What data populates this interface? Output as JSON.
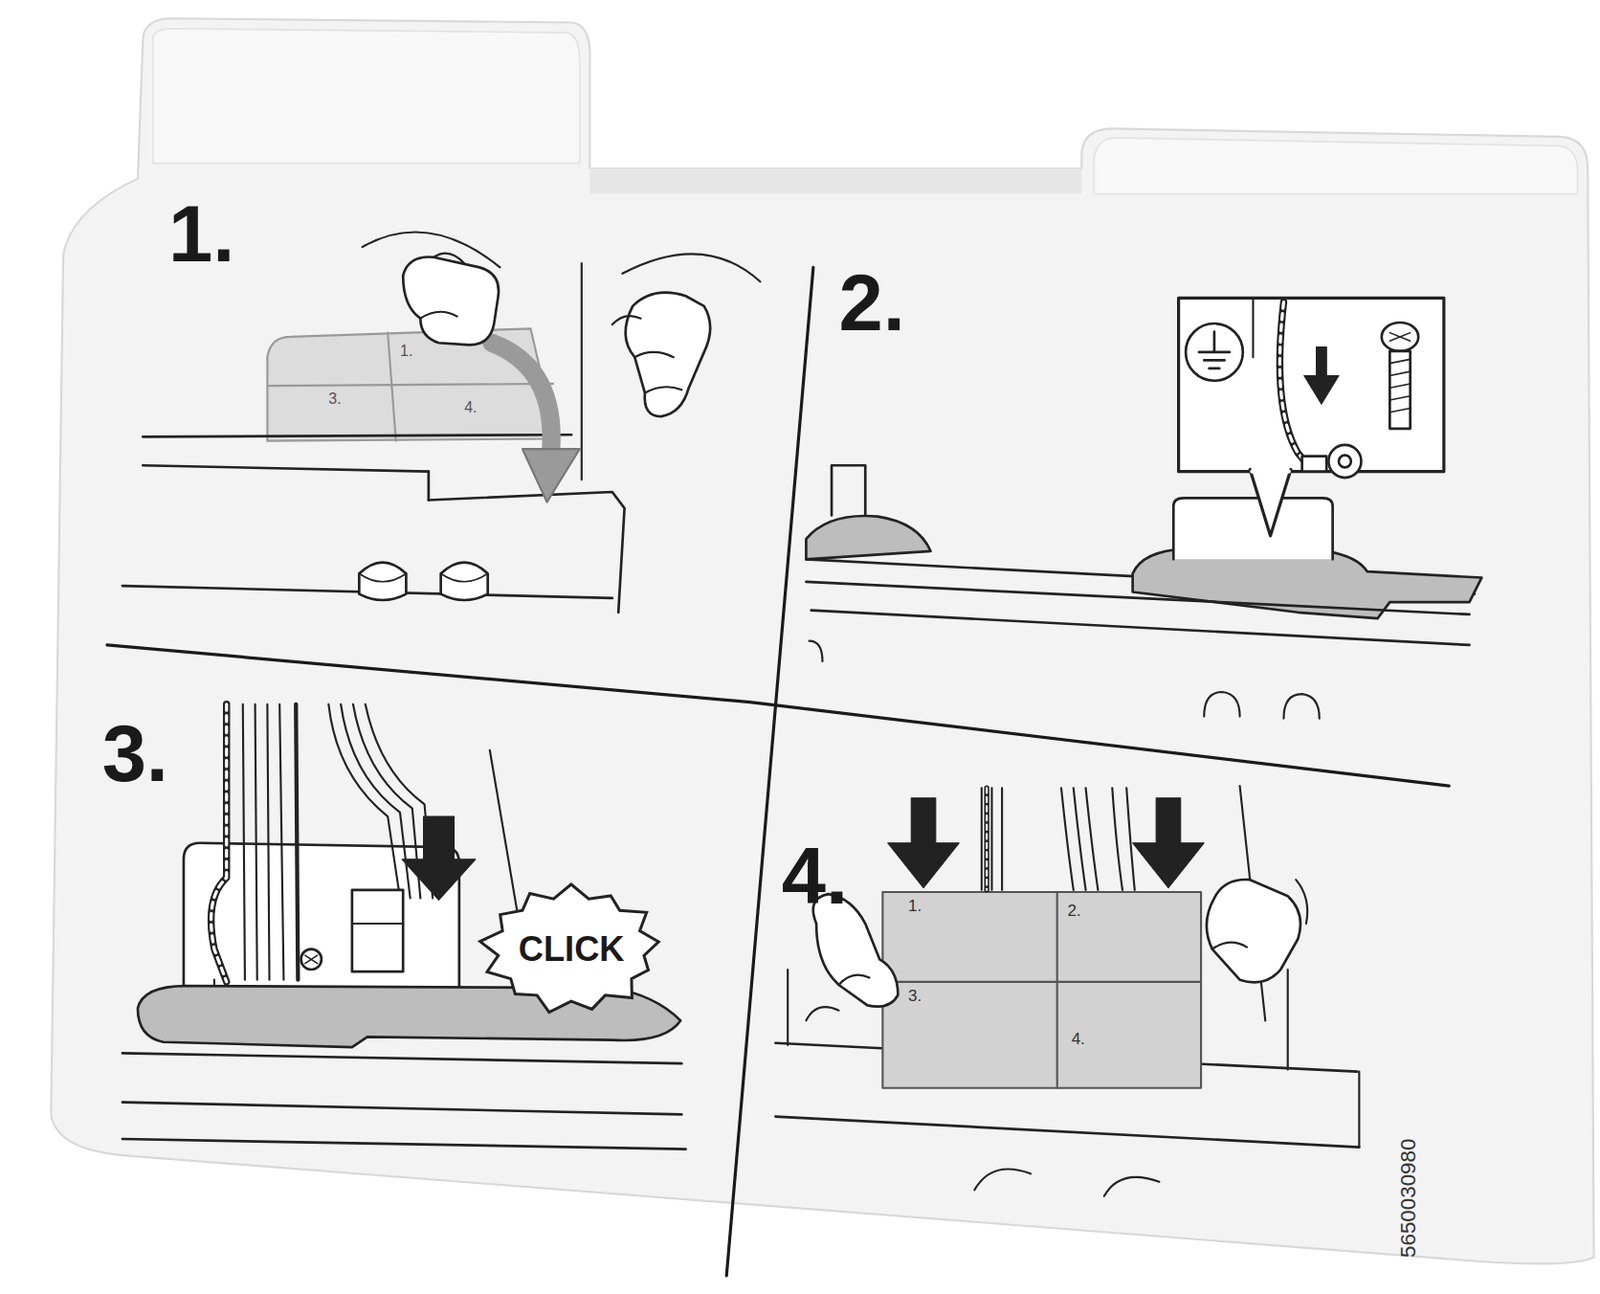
{
  "diagram": {
    "nodes": [
      {
        "text": [
          "CLICK"
        ]
      }
    ],
    "labels": [
      "1.",
      "1.",
      "3.",
      "4.",
      "2.",
      "3.",
      "4.",
      "1.",
      "2.",
      "3.",
      "4.",
      "5650030980"
    ]
  }
}
